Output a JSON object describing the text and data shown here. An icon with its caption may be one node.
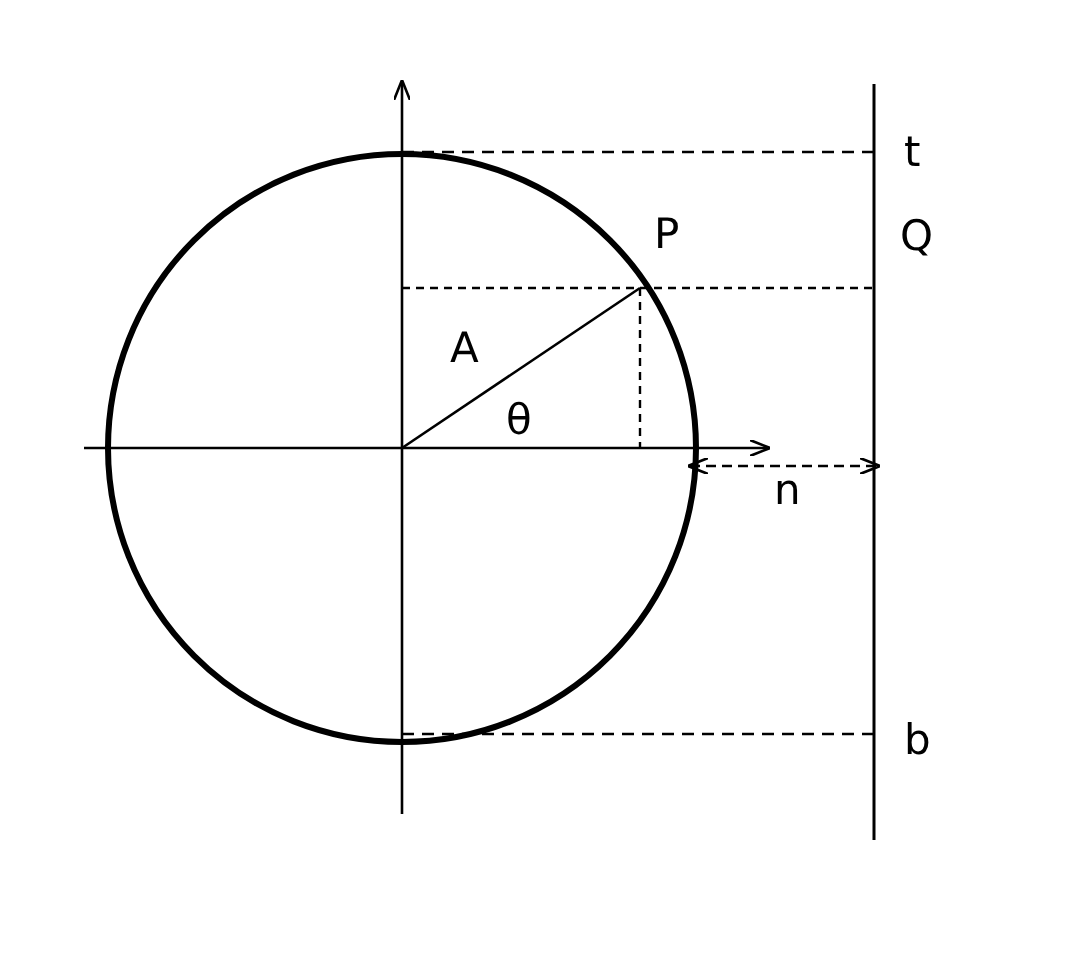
{
  "diagram": {
    "labels": [
      "t",
      "P",
      "Q",
      "A",
      "θ",
      "n",
      "b"
    ]
  }
}
